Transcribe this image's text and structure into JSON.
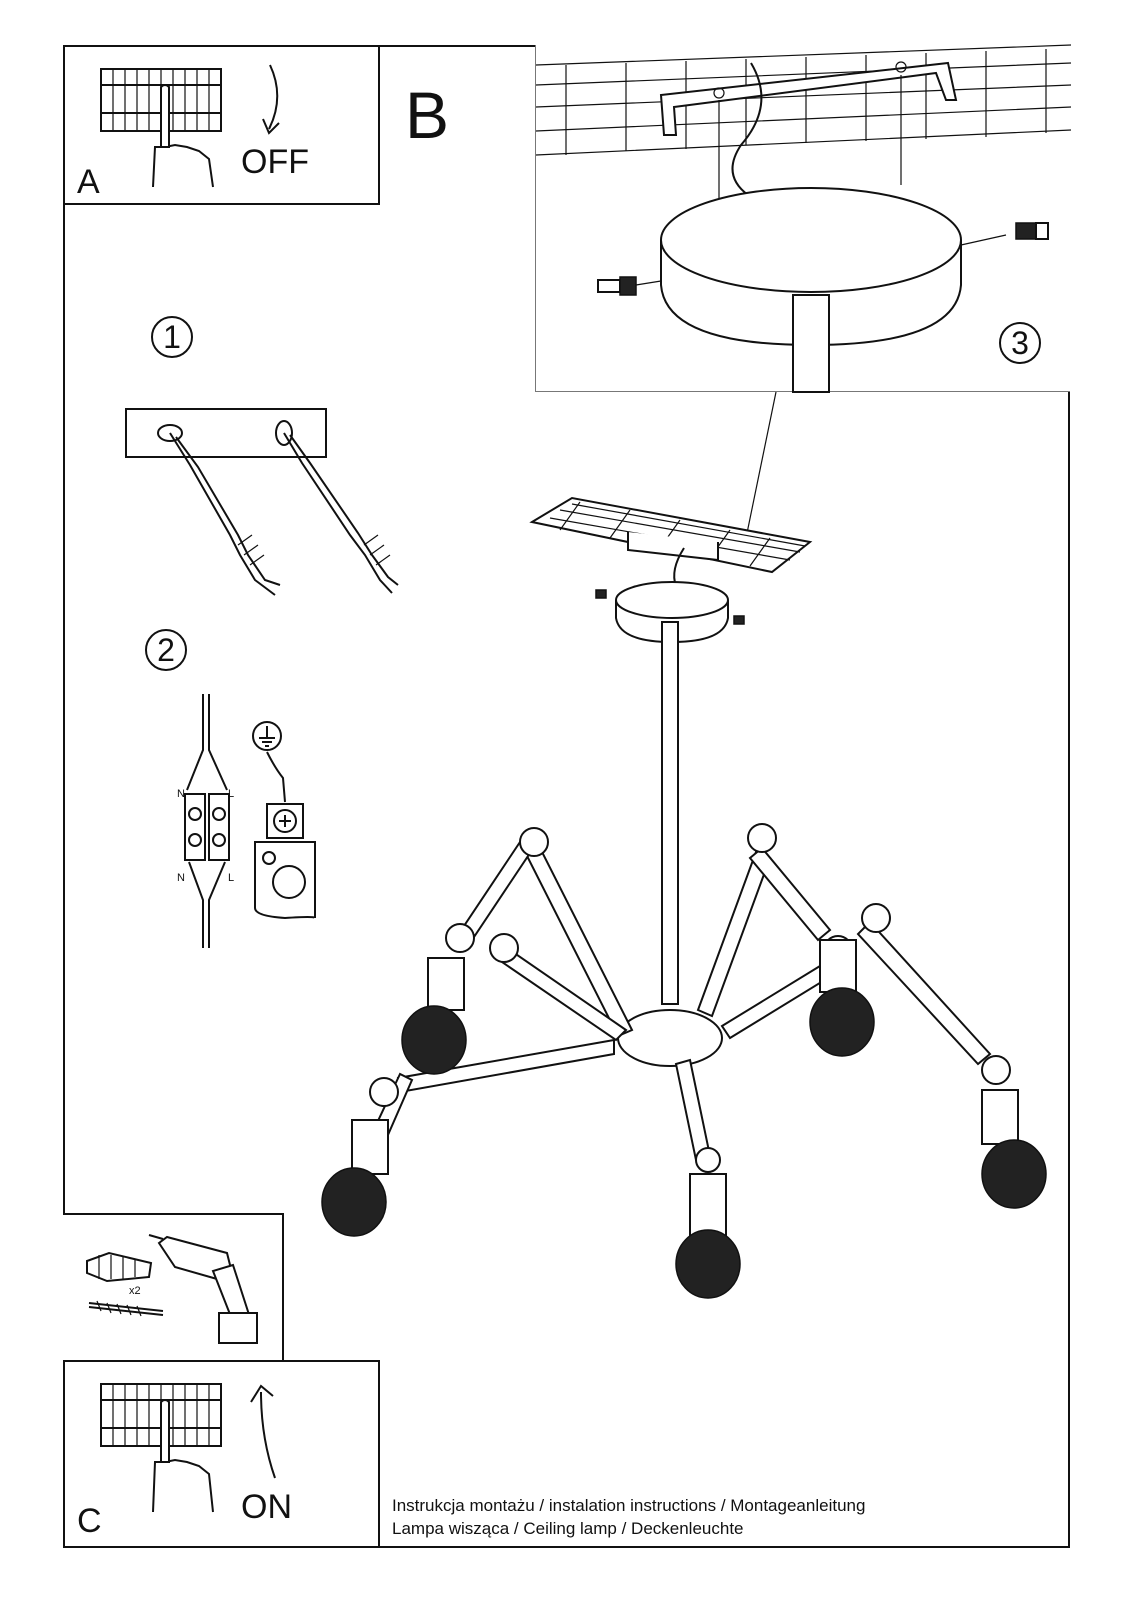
{
  "panels": {
    "a": {
      "letter": "A",
      "state": "OFF"
    },
    "b": {
      "letter": "B"
    },
    "c": {
      "letter": "C",
      "state": "ON"
    }
  },
  "steps": [
    "1",
    "2",
    "3"
  ],
  "wiring": {
    "neutral": "N",
    "live": "L"
  },
  "tools": {
    "quantity": "x2"
  },
  "captions": {
    "line1": "Instrukcja montażu / instalation instructions / Montageanleitung",
    "line2": "Lampa wisząca / Ceiling lamp  / Deckenleuchte"
  }
}
